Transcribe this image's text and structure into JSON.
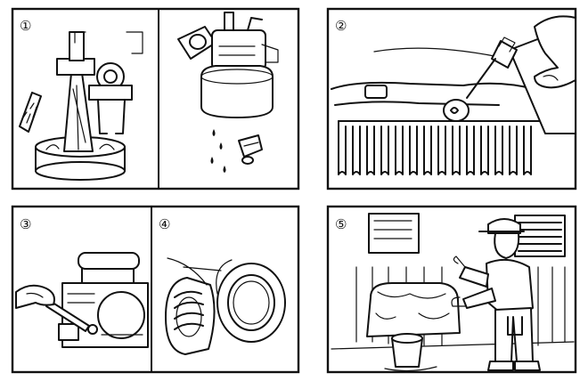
{
  "panels": [
    {
      "id": "panel-1",
      "step_label": "①",
      "subject": "carburetor-cleaning"
    },
    {
      "id": "panel-2",
      "step_label": "②",
      "subject": "oil-filling"
    },
    {
      "id": "panel-3",
      "step_label": "③",
      "subject": "drain-plug"
    },
    {
      "id": "panel-4",
      "step_label": "④",
      "subject": "filler-cap"
    },
    {
      "id": "panel-5",
      "step_label": "⑤",
      "subject": "cover-and-store"
    }
  ]
}
